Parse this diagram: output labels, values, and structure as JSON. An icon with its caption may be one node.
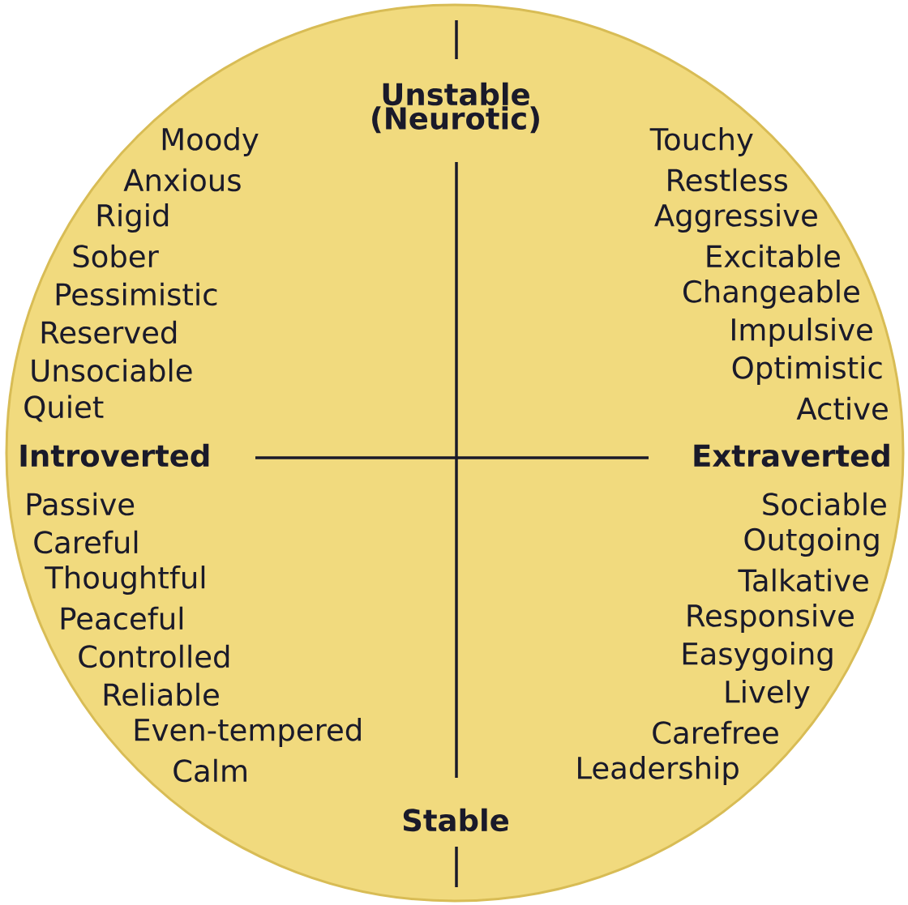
{
  "diagram": {
    "labels": [
      "Unstable (Neurotic)",
      "Moody",
      "Anxious",
      "Rigid",
      "Sober",
      "Pessimistic",
      "Reserved",
      "Unsociable",
      "Quiet",
      "Touchy",
      "Restless",
      "Aggressive",
      "Excitable",
      "Changeable",
      "Impulsive",
      "Optimistic",
      "Active",
      "Introverted",
      "Extraverted",
      "Passive",
      "Careful",
      "Thoughtful",
      "Peaceful",
      "Controlled",
      "Reliable",
      "Even-tempered",
      "Calm",
      "Sociable",
      "Outgoing",
      "Talkative",
      "Responsive",
      "Easygoing",
      "Lively",
      "Carefree",
      "Leadership",
      "Stable"
    ]
  }
}
